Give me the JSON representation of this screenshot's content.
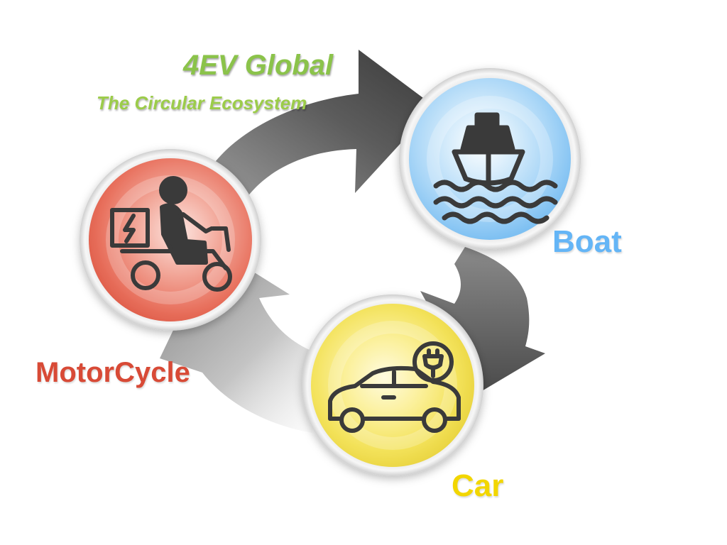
{
  "header": {
    "title": "4EV Global",
    "subtitle": "The Circular Ecosystem"
  },
  "nodes": [
    {
      "id": "boat",
      "label": "Boat",
      "icon": "ship-icon",
      "color": "#64b5f6"
    },
    {
      "id": "car",
      "label": "Car",
      "icon": "electric-car-icon",
      "color": "#f2d600"
    },
    {
      "id": "motorcycle",
      "label": "MotorCycle",
      "icon": "delivery-scooter-icon",
      "color": "#d84a36"
    }
  ],
  "colors": {
    "arrow": "#555555",
    "title": "#8bc34a",
    "icon_stroke": "#3a3a3a"
  }
}
